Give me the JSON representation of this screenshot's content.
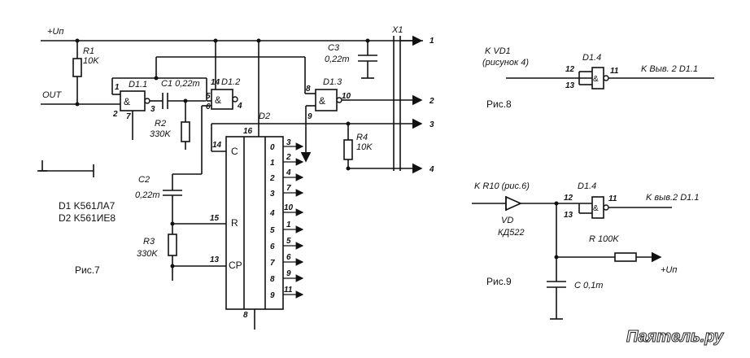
{
  "diagram": {
    "fig7": {
      "label": "Рис.7",
      "supply_label": "+Uп",
      "out_label": "OUT",
      "connector": "X1",
      "terminals": [
        "1",
        "2",
        "3",
        "4"
      ],
      "parts": [
        "D1 K561ЛА7",
        "D2 K561ИЕ8"
      ],
      "R1": {
        "ref": "R1",
        "value": "10K"
      },
      "R2": {
        "ref": "R2",
        "value": "330K"
      },
      "R3": {
        "ref": "R3",
        "value": "330K"
      },
      "R4": {
        "ref": "R4",
        "value": "10K"
      },
      "C1": "C1 0,22m",
      "C2": {
        "ref": "C2",
        "value": "0,22m"
      },
      "C3": {
        "ref": "C3",
        "value": "0,22m"
      },
      "D1_1": {
        "ref": "D1.1",
        "pins": [
          "1",
          "2",
          "3",
          "7"
        ]
      },
      "D1_2": {
        "ref": "D1.2",
        "pins": [
          "14",
          "5",
          "6",
          "4"
        ]
      },
      "D1_3": {
        "ref": "D1.3",
        "pins": [
          "8",
          "9",
          "10"
        ]
      },
      "D2": {
        "ref": "D2",
        "pin_top": "16",
        "pin_bottom": "8",
        "inputs": [
          {
            "name": "C",
            "pin": "14"
          },
          {
            "name": "R",
            "pin": "15"
          },
          {
            "name": "CP",
            "pin": "13"
          }
        ],
        "outputs": [
          {
            "name": "0",
            "pin": "3"
          },
          {
            "name": "1",
            "pin": "2"
          },
          {
            "name": "2",
            "pin": "4"
          },
          {
            "name": "3",
            "pin": "7"
          },
          {
            "name": "4",
            "pin": "10"
          },
          {
            "name": "5",
            "pin": "1"
          },
          {
            "name": "6",
            "pin": "5"
          },
          {
            "name": "7",
            "pin": "6"
          },
          {
            "name": "8",
            "pin": "9"
          },
          {
            "name": "9",
            "pin": "11"
          }
        ]
      }
    },
    "fig8": {
      "label": "Рис.8",
      "source_line1": "K VD1",
      "source_line2": "(рисунок 4)",
      "gate": "D1.4",
      "pin_in_a": "12",
      "pin_in_b": "13",
      "pin_out": "11",
      "dest": "K Выв. 2 D1.1"
    },
    "fig9": {
      "label": "Рис.9",
      "source": "K R10 (рис.6)",
      "diode_ref": "VD",
      "diode_type": "КД522",
      "gate": "D1.4",
      "pin_in_a": "12",
      "pin_in_b": "13",
      "pin_out": "11",
      "dest": "K выв.2 D1.1",
      "resistor": "R  100K",
      "capacitor": "C 0,1m",
      "supply": "+Uп"
    },
    "watermark": "Паяmель.ру"
  }
}
